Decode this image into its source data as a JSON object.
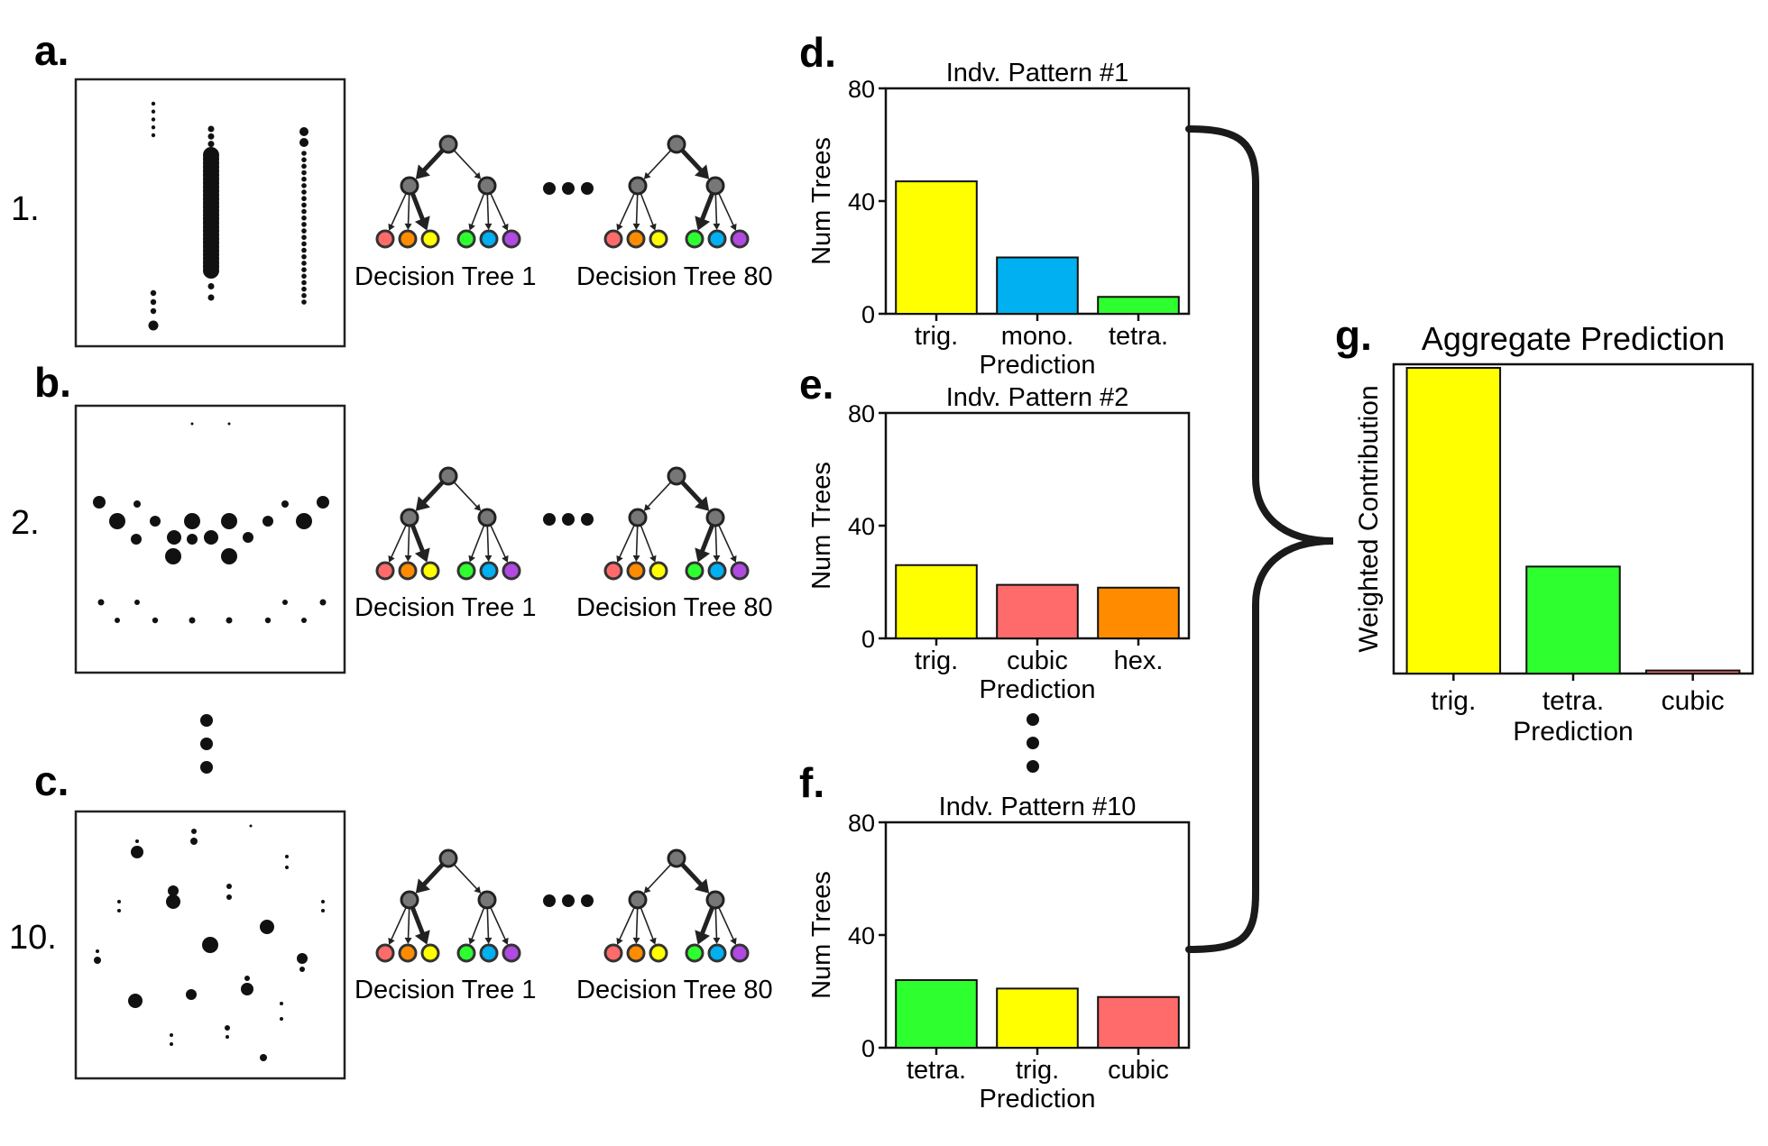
{
  "panels": {
    "a": {
      "letter": "a.",
      "row": "1."
    },
    "b": {
      "letter": "b.",
      "row": "2."
    },
    "c": {
      "letter": "c.",
      "row": "10."
    }
  },
  "trees": {
    "first_label": "Decision Tree 1",
    "last_label": "Decision Tree 80"
  },
  "colors": {
    "trig": "#ffff00",
    "mono": "#00b0f0",
    "tetra": "#2eff2e",
    "cubic": "#ff6b6b",
    "hex": "#ff8c00",
    "purple": "#b04ae0",
    "node": "#777777",
    "dark": "#222222"
  },
  "leaf_colors": [
    "#ff6b6b",
    "#ff8c00",
    "#ffff00",
    "#2eff2e",
    "#00b0f0",
    "#b04ae0"
  ],
  "chart_data": [
    {
      "id": "d",
      "letter": "d.",
      "type": "bar",
      "title": "Indv. Pattern #1",
      "xlabel": "Prediction",
      "ylabel": "Num Trees",
      "ylim": [
        0,
        80
      ],
      "yticks": [
        0,
        40,
        80
      ],
      "categories": [
        "trig.",
        "mono.",
        "tetra."
      ],
      "values": [
        47,
        20,
        6
      ],
      "colors": [
        "#ffff00",
        "#00b0f0",
        "#2eff2e"
      ]
    },
    {
      "id": "e",
      "letter": "e.",
      "type": "bar",
      "title": "Indv. Pattern #2",
      "xlabel": "Prediction",
      "ylabel": "Num Trees",
      "ylim": [
        0,
        80
      ],
      "yticks": [
        0,
        40,
        80
      ],
      "categories": [
        "trig.",
        "cubic",
        "hex."
      ],
      "values": [
        26,
        19,
        18
      ],
      "colors": [
        "#ffff00",
        "#ff6b6b",
        "#ff8c00"
      ]
    },
    {
      "id": "f",
      "letter": "f.",
      "type": "bar",
      "title": "Indv. Pattern #10",
      "xlabel": "Prediction",
      "ylabel": "Num Trees",
      "ylim": [
        0,
        80
      ],
      "yticks": [
        0,
        40,
        80
      ],
      "categories": [
        "tetra.",
        "trig.",
        "cubic"
      ],
      "values": [
        24,
        21,
        18
      ],
      "colors": [
        "#2eff2e",
        "#ffff00",
        "#ff6b6b"
      ]
    },
    {
      "id": "g",
      "letter": "g.",
      "type": "bar",
      "title": "Aggregate Prediction",
      "xlabel": "Prediction",
      "ylabel": "Weighted Contribution",
      "categories": [
        "trig.",
        "tetra.",
        "cubic"
      ],
      "values": [
        1.0,
        0.35,
        0.01
      ],
      "colors": [
        "#ffff00",
        "#2eff2e",
        "#ff6b6b"
      ]
    }
  ]
}
